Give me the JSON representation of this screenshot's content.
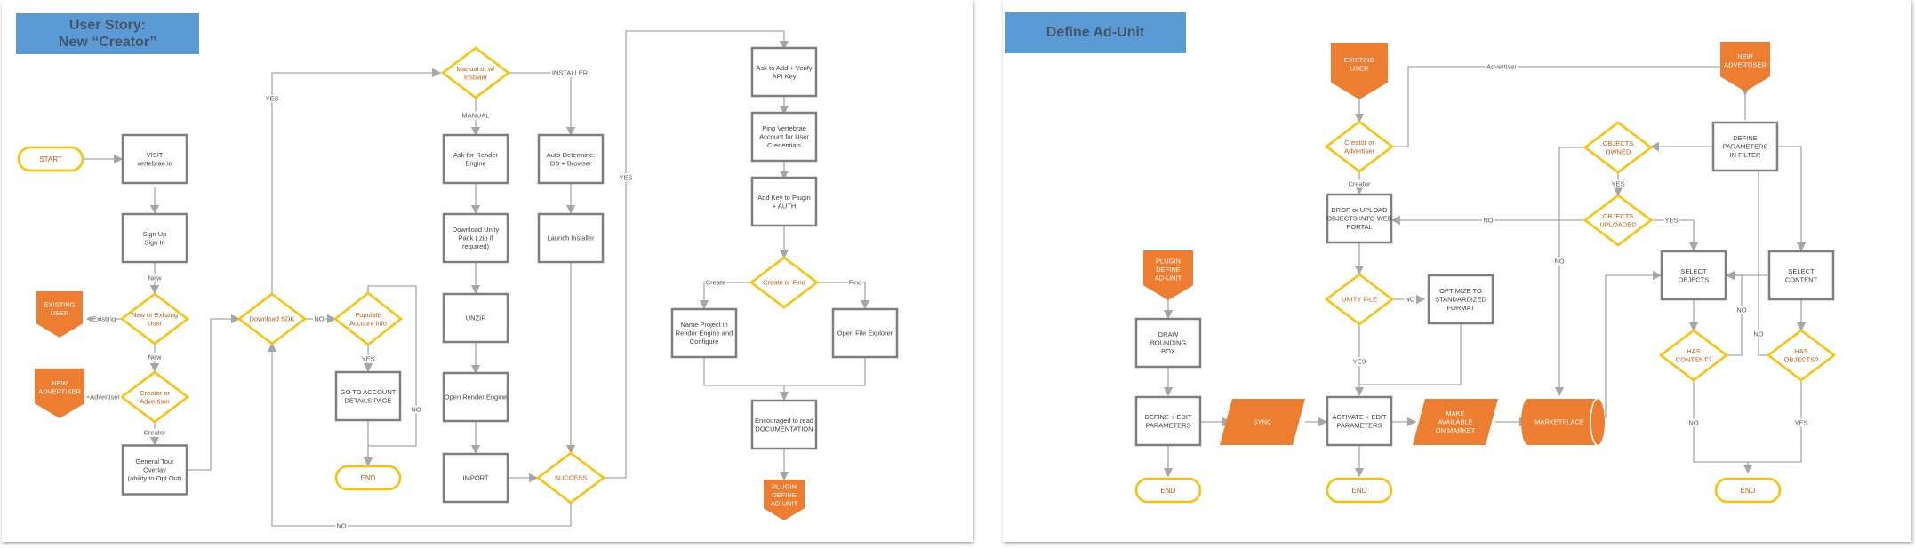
{
  "left": {
    "title_line1": "User Story:",
    "title_line2": "New “Creator”",
    "nodes": {
      "start": "START",
      "visit": [
        "VISIT",
        "vertebrae.io"
      ],
      "signup": [
        "Sign Up",
        "Sign In"
      ],
      "new_existing": [
        "New or Existing",
        "User"
      ],
      "existing_user": [
        "EXISTING",
        "USER"
      ],
      "creator_adv": [
        "Creator or",
        "Advertiser"
      ],
      "new_advertiser": [
        "NEW",
        "ADVERTISER"
      ],
      "tour": [
        "General Tour",
        "Overlay",
        "(ability to Opt Out)"
      ],
      "download_sdk": [
        "Download SDK"
      ],
      "populate": [
        "Populate",
        "Account Info"
      ],
      "goto_account": [
        "GO TO ACCOUNT",
        "DETAILS PAGE"
      ],
      "end1": "END",
      "manual_installer": [
        "Manual or w/",
        "Installer"
      ],
      "ask_render": [
        "Ask for Render",
        "Engine"
      ],
      "download_unity": [
        "Download Unity",
        "Pack (.zip if",
        "required)"
      ],
      "unzip": [
        "UNZIP"
      ],
      "open_render": [
        "Open Render Engine"
      ],
      "import": [
        "IMPORT"
      ],
      "auto_determine": [
        "Auto-Determine:",
        "OS + Browser"
      ],
      "launch_installer": [
        "Launch Installer"
      ],
      "success": [
        "SUCCESS"
      ],
      "ask_api": [
        "Ask to Add + Verify",
        "API Key"
      ],
      "ping": [
        "Ping Vertebrae",
        "Account for User",
        "Credentials"
      ],
      "add_key": [
        "Add Key to Plugin",
        "+ AUTH"
      ],
      "create_find": [
        "Create or Find"
      ],
      "name_project": [
        "Name Project in",
        "Render Engine and",
        "Configure"
      ],
      "open_explorer": [
        "Open File Explorer"
      ],
      "encouraged": [
        "Encouraged to read",
        "DOCUMENTATION"
      ],
      "plugin_define": [
        "PLUGIN",
        "DEFINE",
        "AD-UNIT"
      ]
    },
    "edge_labels": {
      "new1": "New",
      "existing": "Existing",
      "new2": "New",
      "advertiser": "Advertiser",
      "creator": "Creator",
      "yes_sdk": "YES",
      "no_sdk": "NO",
      "yes_populate": "YES",
      "no_populate": "NO",
      "manual": "MANUAL",
      "installer": "INSTALLER",
      "yes_success": "YES",
      "no_success": "NO",
      "create": "Create",
      "find": "Find"
    }
  },
  "right": {
    "title": "Define Ad-Unit",
    "nodes": {
      "existing_user": [
        "EXISTING",
        "USER"
      ],
      "new_advertiser": [
        "NEW",
        "ADVERTISER"
      ],
      "creator_adv": [
        "Creator or",
        "Advertiser"
      ],
      "drop_upload": [
        "DROP or UPLOAD",
        "OBJECTS INTO WEB",
        "PORTAL"
      ],
      "unity_file": [
        "UNITY FILE"
      ],
      "optimize": [
        "OPTIMIZE TO",
        "STANDARDIZED",
        "FORMAT"
      ],
      "activate": [
        "ACTIVATE + EDIT",
        "PARAMETERS"
      ],
      "end_mid": "END",
      "plugin_define": [
        "PLUGIN",
        "DEFINE",
        "AD-UNIT"
      ],
      "draw_box": [
        "DRAW",
        "BOUNDING",
        "BOX"
      ],
      "define_edit": [
        "DEFINE + EDIT",
        "PARAMETERS"
      ],
      "end_left": "END",
      "sync": [
        "SYNC"
      ],
      "make_available": [
        "MAKE",
        "AVAILABLE",
        "ON MARKET"
      ],
      "marketplace": [
        "MARKETPLACE"
      ],
      "objects_owned": [
        "OBJECTS",
        "OWNED"
      ],
      "objects_uploaded": [
        "OBJECTS",
        "UPLOADED"
      ],
      "define_filter": [
        "DEFINE",
        "PARAMETERS",
        "IN FILTER"
      ],
      "select_objects": [
        "SELECT",
        "OBJECTS"
      ],
      "select_content": [
        "SELECT",
        "CONTENT"
      ],
      "has_content": [
        "HAS",
        "CONTENT?"
      ],
      "has_objects": [
        "HAS",
        "OBJECTS?"
      ],
      "end_right": "END"
    },
    "edge_labels": {
      "advertiser": "Advertiser",
      "creator": "Creator",
      "no_unity": "NO",
      "yes_unity": "YES",
      "no_uploaded": "NO",
      "yes_owned": "YES",
      "yes_uploaded": "YES",
      "no_owned": "NO",
      "no_content": "NO",
      "no_content_down": "NO",
      "no_objects": "NO",
      "yes_objects": "YES"
    }
  },
  "colors": {
    "title_fill": "#5b9bd5",
    "title_text": "#44546a",
    "diamond_stroke": "#ffc000",
    "diamond_text": "#c55a11",
    "process_stroke": "#7f7f7f",
    "orange": "#ed7d31",
    "line": "#a6a6a6"
  }
}
